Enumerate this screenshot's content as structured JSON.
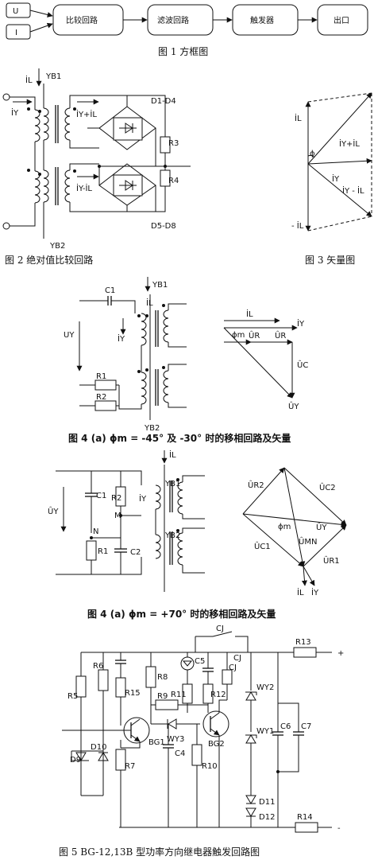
{
  "fig1": {
    "input_u": "U",
    "input_i": "I",
    "blocks": [
      "比较回路",
      "滤波回路",
      "触发器",
      "出口"
    ],
    "caption": "图 1   方框图"
  },
  "fig2": {
    "caption": "图 2   绝对值比较回路",
    "labels": {
      "il": "İL",
      "iy": "İY",
      "yb1": "YB1",
      "yb2": "YB2",
      "sum": "İY+İL",
      "diff": "İY-İL",
      "d1": "D1-D4",
      "d2": "D5-D8",
      "r3": "R3",
      "r4": "R4"
    }
  },
  "fig3": {
    "caption": "图 3   矢量图",
    "labels": {
      "il": "İL",
      "sum": "İY+İL",
      "iy": "İY",
      "diff": "İY - İL",
      "neg": "- İL",
      "phi": "ϕ"
    }
  },
  "fig4a": {
    "caption": "图 4  (a)  ϕm = -45°  及 -30°  时的移相回路及矢量",
    "labels": {
      "c1": "C1",
      "uy": "UY",
      "iy": "İY",
      "il": "İL",
      "yb1": "YB1",
      "yb2": "YB2",
      "r1": "R1",
      "r2": "R2",
      "v_il": "İL",
      "v_iy": "İY",
      "v_phi": "ϕm",
      "v_ur": "ÛR",
      "v_ur2": "ÛR",
      "v_uc": "ÛC",
      "v_uy": "ÛY"
    }
  },
  "fig4b": {
    "caption": "图 4  (a)  ϕm = +70°  时的移相回路及矢量",
    "labels": {
      "il": "İL",
      "uy": "ÛY",
      "c1": "C1",
      "r2": "R2",
      "m": "M",
      "iy": "İY",
      "yb1": "YB1",
      "yb2": "YB2",
      "n": "N",
      "r1": "R1",
      "c2": "C2",
      "v_ur2": "ÛR2",
      "v_uc2": "ÛC2",
      "v_phi": "ϕm",
      "v_uy": "ÛY",
      "v_uc1": "ÛC1",
      "v_umn": "ÛMN",
      "v_ur1": "ÛR1",
      "v_il": "İL",
      "v_iy": "İY"
    }
  },
  "fig5": {
    "caption": "图 5   BG-12,13B 型功率方向继电器触发回路图",
    "labels": {
      "cj": "CJ",
      "cj2": "CJ",
      "cj3": "CJ",
      "r13": "R13",
      "plus": "+",
      "minus": "-",
      "r6": "R6",
      "r5": "R5",
      "r15": "R15",
      "r8": "R8",
      "c5": "C5",
      "r11": "R11",
      "r12": "R12",
      "r9": "R9",
      "wy2": "WY2",
      "wy1": "WY1",
      "wy3": "WY3",
      "bg1": "BG1",
      "bg2": "BG2",
      "c4": "C4",
      "c6": "C6",
      "c7": "C7",
      "d9": "D9",
      "d10": "D10",
      "r7": "R7",
      "r10": "R10",
      "d11": "D11",
      "d12": "D12",
      "r14": "R14"
    }
  }
}
